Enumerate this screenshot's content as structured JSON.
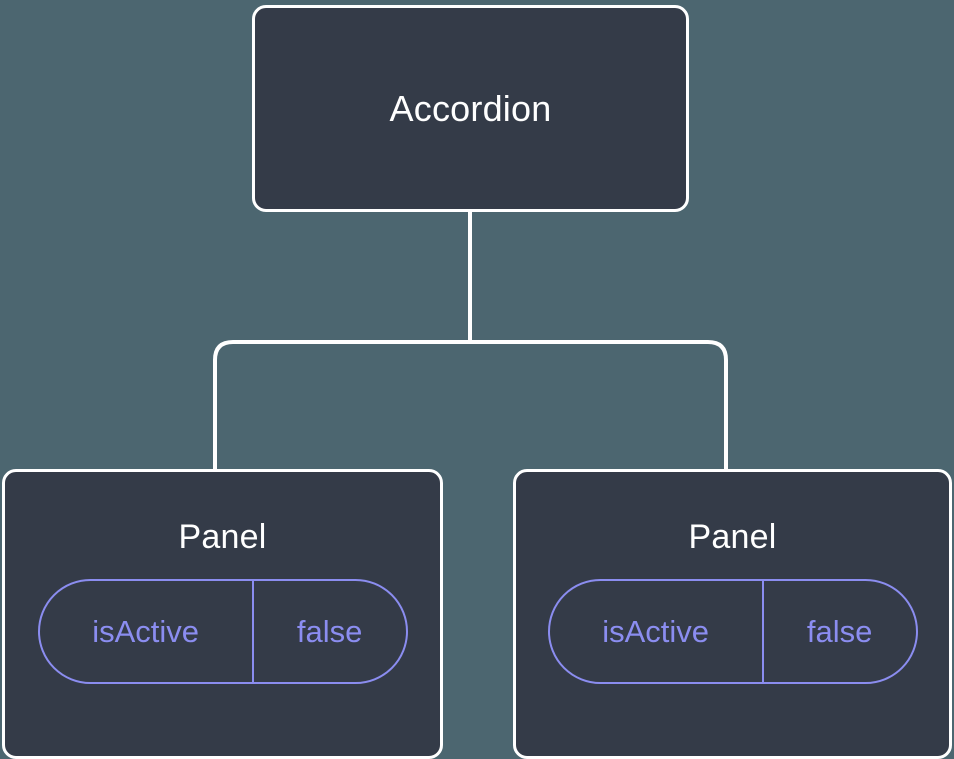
{
  "diagram": {
    "type": "component-tree",
    "background_color": "#4c6670",
    "node_fill_color": "#343b48",
    "node_border_color": "#ffffff",
    "badge_color": "#8b8df0",
    "connector_color": "#ffffff"
  },
  "root": {
    "title": "Accordion"
  },
  "children": [
    {
      "title": "Panel",
      "badge": {
        "key": "isActive",
        "value": "false"
      }
    },
    {
      "title": "Panel",
      "badge": {
        "key": "isActive",
        "value": "false"
      }
    }
  ]
}
